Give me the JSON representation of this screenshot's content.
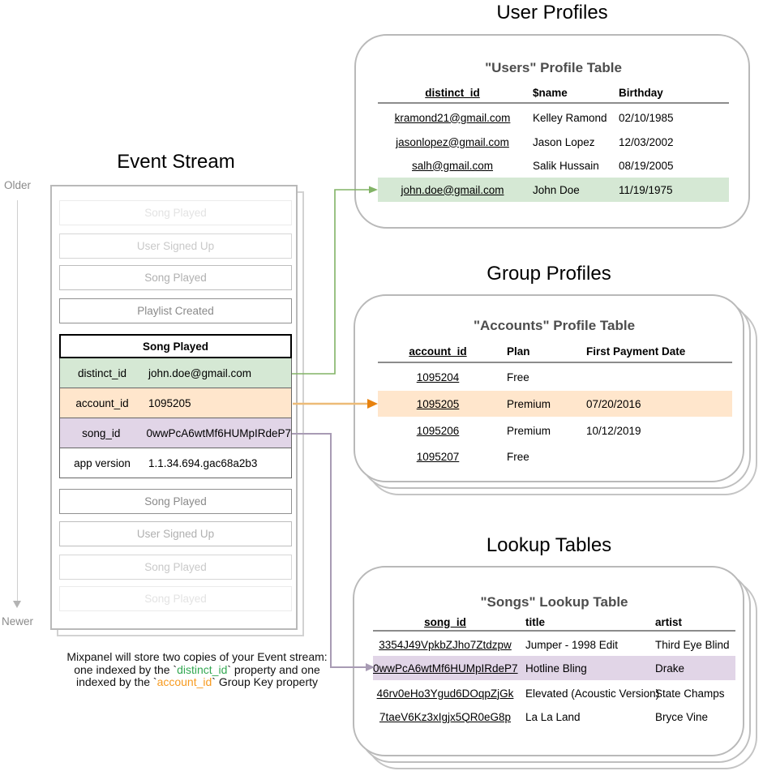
{
  "palette": {
    "green_fill": "#d5e8d4",
    "green_stroke": "#82b366",
    "orange_fill": "#ffe6cc",
    "orange_line": "#edbb77",
    "orange_head": "#e8820e",
    "purple_fill": "#e1d5e7",
    "purple_stroke": "#a89bb4",
    "card_border": "#b9b9b9",
    "caption_green": "#33a852",
    "caption_orange": "#f79a1f"
  },
  "event_stream": {
    "title": "Event Stream",
    "older_label": "Older",
    "newer_label": "Newer",
    "events_before": [
      {
        "label": "Song Played"
      },
      {
        "label": "User Signed Up"
      },
      {
        "label": "Song Played"
      },
      {
        "label": "Playlist Created"
      }
    ],
    "expanded_event": {
      "title": "Song Played",
      "properties": [
        {
          "key": "distinct_id",
          "value": "john.doe@gmail.com",
          "highlight": "green"
        },
        {
          "key": "account_id",
          "value": "1095205",
          "highlight": "orange"
        },
        {
          "key": "song_id",
          "value": "0wwPcA6wtMf6HUMpIRdeP7",
          "highlight": "purple"
        },
        {
          "key": "app version",
          "value": "1.1.34.694.gac68a2b3",
          "highlight": "none"
        }
      ]
    },
    "events_after": [
      {
        "label": "Song Played"
      },
      {
        "label": "User Signed Up"
      },
      {
        "label": "Song Played"
      },
      {
        "label": "Song Played"
      }
    ],
    "caption": {
      "line1": "Mixpanel will store two copies of your Event stream:",
      "line2_pre": "one indexed by the `",
      "line2_key": "distinct_id",
      "line2_post": "` property and one",
      "line3_pre": "indexed by the `",
      "line3_key": "account_id",
      "line3_post": "` Group Key property"
    }
  },
  "user_profiles": {
    "section_title": "User Profiles",
    "table_title": "\"Users\" Profile Table",
    "columns": [
      "distinct_id",
      "$name",
      "Birthday"
    ],
    "rows": [
      {
        "distinct_id": "kramond21@gmail.com",
        "name": "Kelley Ramond",
        "birthday": "02/10/1985"
      },
      {
        "distinct_id": "jasonlopez@gmail.com",
        "name": "Jason Lopez",
        "birthday": "12/03/2002"
      },
      {
        "distinct_id": "salh@gmail.com",
        "name": "Salik Hussain",
        "birthday": "08/19/2005"
      },
      {
        "distinct_id": "john.doe@gmail.com",
        "name": "John Doe",
        "birthday": "11/19/1975"
      }
    ]
  },
  "group_profiles": {
    "section_title": "Group Profiles",
    "table_title": "\"Accounts\" Profile Table",
    "columns": [
      "account_id",
      "Plan",
      "First Payment Date"
    ],
    "rows": [
      {
        "account_id": "1095204",
        "plan": "Free",
        "first_payment_date": ""
      },
      {
        "account_id": "1095205",
        "plan": "Premium",
        "first_payment_date": "07/20/2016"
      },
      {
        "account_id": "1095206",
        "plan": "Premium",
        "first_payment_date": "10/12/2019"
      },
      {
        "account_id": "1095207",
        "plan": "Free",
        "first_payment_date": ""
      }
    ]
  },
  "lookup_tables": {
    "section_title": "Lookup Tables",
    "table_title": "\"Songs\" Lookup Table",
    "columns": [
      "song_id",
      "title",
      "artist"
    ],
    "rows": [
      {
        "song_id": "3354J49VpkbZJho7Ztdzpw",
        "title": "Jumper - 1998 Edit",
        "artist": "Third Eye Blind"
      },
      {
        "song_id": "0wwPcA6wtMf6HUMpIRdeP7",
        "title": "Hotline Bling",
        "artist": "Drake"
      },
      {
        "song_id": "46rv0eHo3Ygud6DOqpZjGk",
        "title": "Elevated (Acoustic Version)",
        "artist": "State Champs"
      },
      {
        "song_id": "7taeV6Kz3xIgjx5QR0eG8p",
        "title": "La La Land",
        "artist": "Bryce Vine"
      }
    ]
  }
}
